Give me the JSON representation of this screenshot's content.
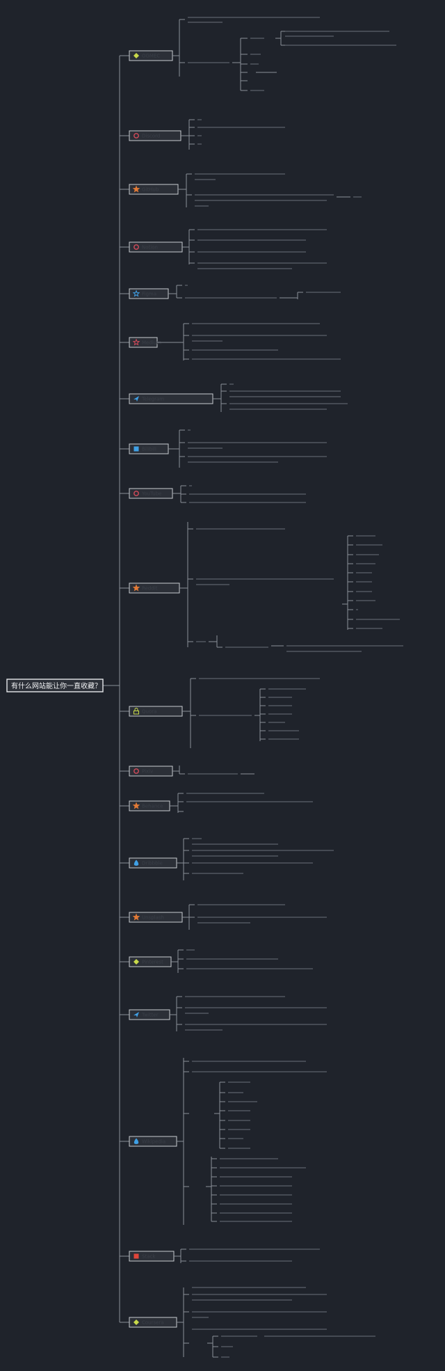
{
  "root": {
    "label": "有什么网站能让你一直收藏？"
  },
  "branches": [
    {
      "label": "OGMEC",
      "icon": "diamond-icon",
      "color": "#c8d94a"
    },
    {
      "label": "Discord",
      "icon": "dot-icon",
      "color": "#d44b5a"
    },
    {
      "label": "GitHub",
      "icon": "star-icon",
      "color": "#e27a36"
    },
    {
      "label": "Notion",
      "icon": "dot-icon",
      "color": "#d44b5a"
    },
    {
      "label": "Figma",
      "icon": "star-outline-icon",
      "color": "#3fa0e6"
    },
    {
      "label": "Medium",
      "icon": "star-outline-icon",
      "color": "#d44b5a"
    },
    {
      "label": "Telegram",
      "icon": "send-icon",
      "color": "#3fa0e6"
    },
    {
      "label": "Bilibili",
      "icon": "square-icon",
      "color": "#3fa0e6"
    },
    {
      "label": "YouTube",
      "icon": "dot-icon",
      "color": "#d44b5a"
    },
    {
      "label": "Reddit",
      "icon": "star-icon",
      "color": "#e27a36"
    },
    {
      "label": "Quora",
      "icon": "lock-icon",
      "color": "#c8d94a"
    },
    {
      "label": "Pixiv",
      "icon": "dot-icon",
      "color": "#d44b5a"
    },
    {
      "label": "Behance",
      "icon": "star-icon",
      "color": "#e27a36"
    },
    {
      "label": "Dribbble",
      "icon": "flame-icon",
      "color": "#3fa0e6"
    },
    {
      "label": "Unsplash",
      "icon": "star-icon",
      "color": "#e27a36"
    },
    {
      "label": "Pinterest",
      "icon": "diamond-icon",
      "color": "#c8d94a"
    },
    {
      "label": "Twitter",
      "icon": "send-icon",
      "color": "#3fa0e6"
    },
    {
      "label": "Wikipedia",
      "icon": "flame-icon",
      "color": "#3fa0e6"
    },
    {
      "label": "Stack",
      "icon": "square-icon",
      "color": "#e0453a"
    },
    {
      "label": "Coursera",
      "icon": "diamond-icon",
      "color": "#c8d94a"
    }
  ]
}
